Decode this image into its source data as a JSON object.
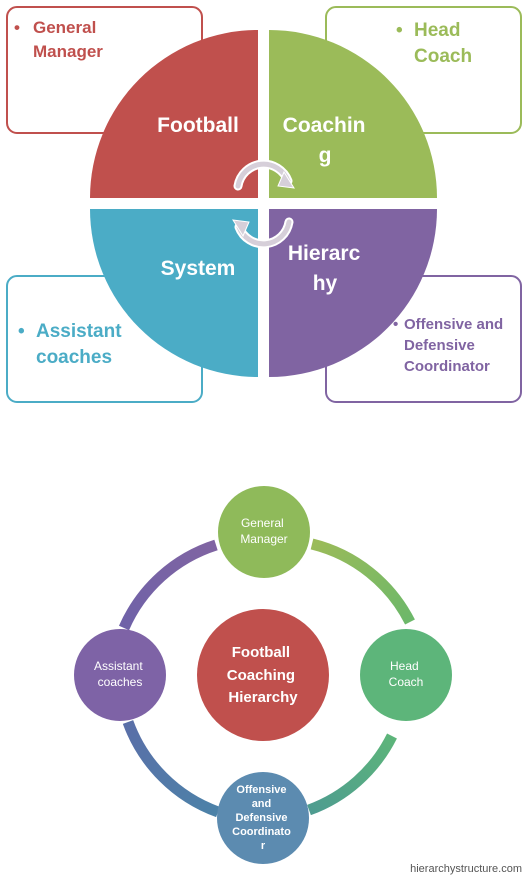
{
  "top_diagram": {
    "corner_boxes": {
      "top_left": {
        "bullet": "•",
        "lines": [
          "General",
          "Manager"
        ],
        "color": "#c0504d"
      },
      "top_right": {
        "bullet": "•",
        "lines": [
          "Head",
          "Coach"
        ],
        "color": "#9bbb59"
      },
      "bottom_left": {
        "bullet": "•",
        "lines": [
          "Assistant",
          "coaches"
        ],
        "color": "#4bacc6"
      },
      "bottom_right": {
        "bullet": "•",
        "lines": [
          "Offensive and",
          "Defensive",
          "Coordinator"
        ],
        "color": "#8064a2"
      }
    },
    "quadrants": {
      "top_left": {
        "lines": [
          "Football"
        ],
        "color": "#c0504d"
      },
      "top_right": {
        "lines": [
          "Coachin",
          "g"
        ],
        "color": "#9bbb59"
      },
      "bottom_left": {
        "lines": [
          "System"
        ],
        "color": "#4bacc6"
      },
      "bottom_right": {
        "lines": [
          "Hierarc",
          "hy"
        ],
        "color": "#8064a2"
      }
    }
  },
  "bottom_diagram": {
    "center": {
      "lines": [
        "Football",
        "Coaching",
        "Hierarchy"
      ],
      "color": "#c0504d"
    },
    "nodes": {
      "top": {
        "lines": [
          "General",
          "Manager"
        ],
        "color": "#8fba5a"
      },
      "right": {
        "lines": [
          "Head",
          "Coach"
        ],
        "color": "#5db57a"
      },
      "bottom": {
        "lines": [
          "Offensive",
          "and",
          "Defensive",
          "Coordinato",
          "r"
        ],
        "color": "#5c8bb0"
      },
      "left": {
        "lines": [
          "Assistant",
          "coaches"
        ],
        "color": "#7e63a6"
      }
    },
    "ring_colors": [
      "#9bbb59",
      "#5db57a",
      "#5c8bb0",
      "#8064a2"
    ]
  },
  "credit": "hierarchystructure.com"
}
